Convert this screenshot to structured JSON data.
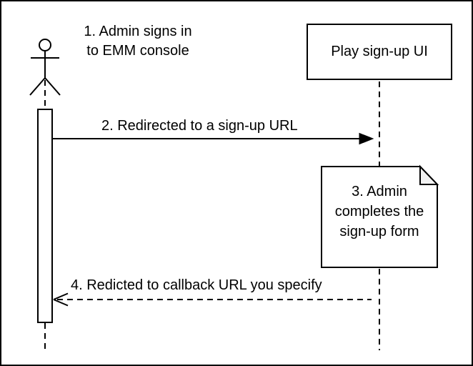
{
  "diagram": {
    "kind": "sequence-diagram",
    "actor": {
      "icon": "stick-figure-icon",
      "label_line1": "1. Admin signs in",
      "label_line2": "to EMM console"
    },
    "participant": {
      "label": "Play sign-up UI"
    },
    "messages": [
      {
        "label": "2. Redirected to a sign-up URL",
        "style": "solid",
        "arrowhead": "filled",
        "direction": "left-to-right"
      },
      {
        "label": "4. Redicted to callback URL you specify",
        "style": "dashed",
        "arrowhead": "open",
        "direction": "right-to-left"
      }
    ],
    "note": {
      "line1": "3. Admin",
      "line2": "completes the",
      "line3": "sign-up form"
    },
    "colors": {
      "stroke": "#000000",
      "background": "#ffffff",
      "note_fold_fill": "#f2f2f2"
    }
  }
}
